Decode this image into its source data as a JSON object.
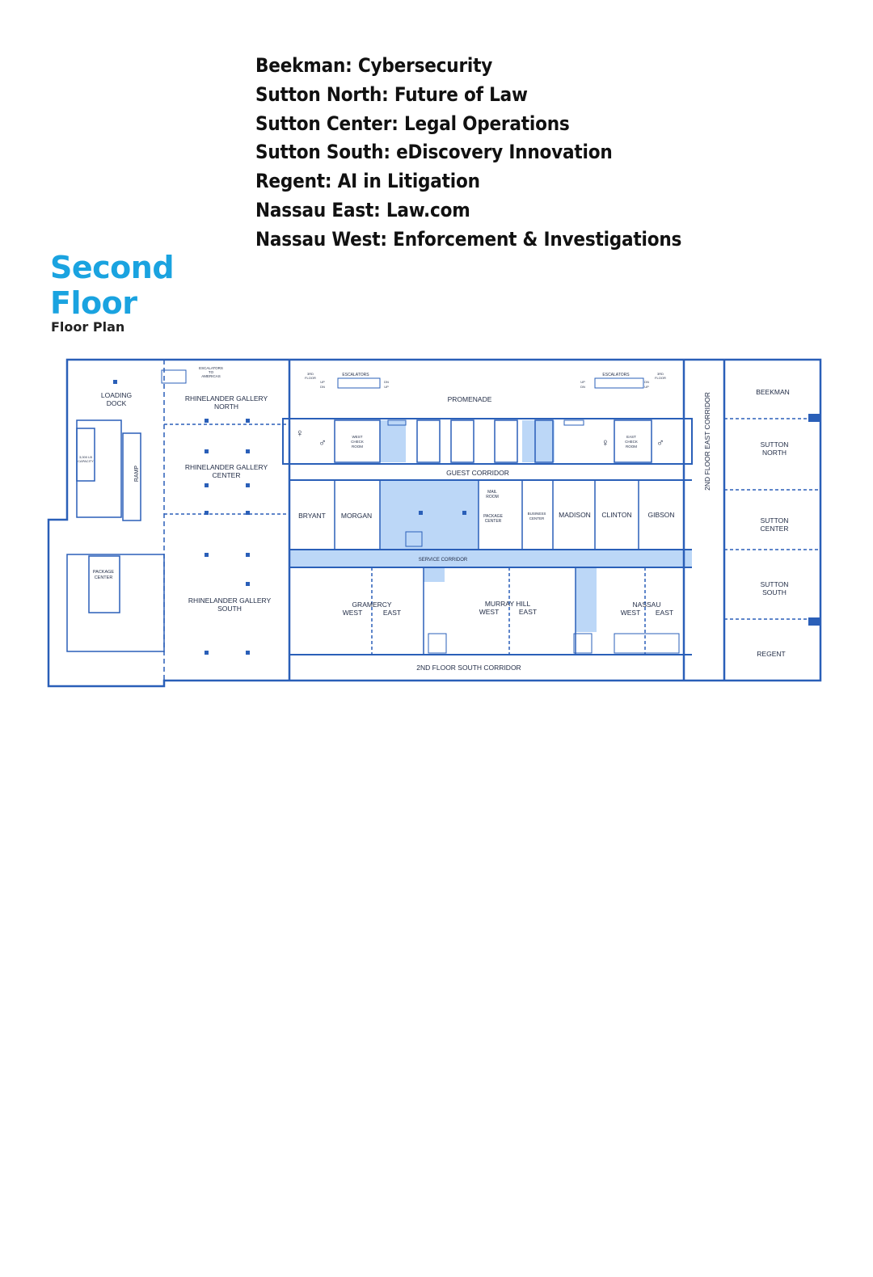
{
  "sessions": [
    "Beekman: Cybersecurity",
    "Sutton North: Future of Law",
    "Sutton Center: Legal Operations",
    "Sutton South: eDiscovery Innovation",
    "Regent: AI in Litigation",
    "Nassau East: Law.com",
    "Nassau West: Enforcement & Investigations"
  ],
  "title": {
    "line1": "Second",
    "line2": "Floor",
    "subtitle": "Floor Plan"
  },
  "colors": {
    "accent": "#1aa3e0",
    "wall": "#2a5fb8",
    "highlight": "#bcd7f7"
  },
  "plan": {
    "escalators_americas": [
      "ESCALATORS",
      "TO",
      "AMERICAS"
    ],
    "loading_dock": [
      "LOADING",
      "DOCK"
    ],
    "rhinelander_north": [
      "RHINELANDER GALLERY",
      "NORTH"
    ],
    "rhinelander_center": [
      "RHINELANDER GALLERY",
      "CENTER"
    ],
    "rhinelander_south": [
      "RHINELANDER GALLERY",
      "SOUTH"
    ],
    "capacity": [
      "3,000 LB",
      "CAPACITY"
    ],
    "ramp": "RAMP",
    "package_center_west": [
      "PACKAGE",
      "CENTER"
    ],
    "third_floor_left": [
      "3RD",
      "FLOOR"
    ],
    "third_floor_right": [
      "3RD",
      "FLOOR"
    ],
    "up": "UP",
    "dn": "DN",
    "escalators": "ESCALATORS",
    "promenade": "PROMENADE",
    "west_check_room": [
      "WEST",
      "CHECK",
      "ROOM"
    ],
    "east_check_room": [
      "EAST",
      "CHECK",
      "ROOM"
    ],
    "guest_corridor": "GUEST CORRIDOR",
    "bryant": "BRYANT",
    "morgan": "MORGAN",
    "mail_room": [
      "MAIL",
      "ROOM"
    ],
    "package_center_mid": [
      "PACKAGE",
      "CENTER"
    ],
    "business_center": [
      "BUSINESS",
      "CENTER"
    ],
    "madison": "MADISON",
    "clinton": "CLINTON",
    "gibson": "GIBSON",
    "service_corridor": "SERVICE CORRIDOR",
    "gramercy": [
      "GRAMERCY",
      "WEST",
      "EAST"
    ],
    "murray_hill": [
      "MURRAY HILL",
      "WEST",
      "EAST"
    ],
    "nassau": [
      "NASSAU",
      "WEST",
      "EAST"
    ],
    "south_corridor": "2ND FLOOR SOUTH CORRIDOR",
    "east_corridor": "2ND FLOOR EAST CORRIDOR",
    "beekman": "BEEKMAN",
    "sutton_north": [
      "SUTTON",
      "NORTH"
    ],
    "sutton_center": [
      "SUTTON",
      "CENTER"
    ],
    "sutton_south": [
      "SUTTON",
      "SOUTH"
    ],
    "regent": "REGENT"
  }
}
